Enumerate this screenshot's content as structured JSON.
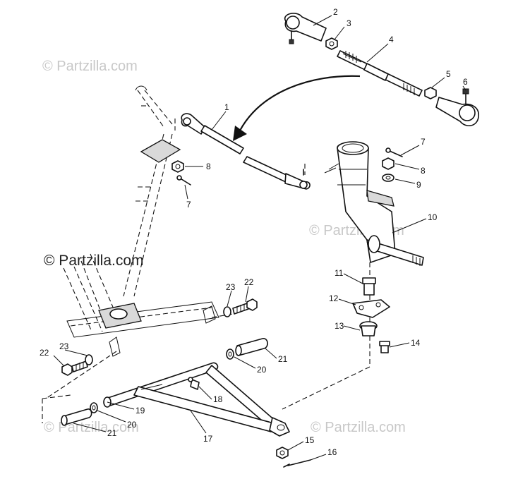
{
  "watermarks": {
    "top_left": "© Partzilla.com",
    "center_left": "© Partzilla.com",
    "bottom_left": "© Partzilla.com",
    "center_right": "© Partzilla.com",
    "bottom_right": "© Partzilla.com"
  },
  "callouts": {
    "c1": "1",
    "c2": "2",
    "c3": "3",
    "c4": "4",
    "c5": "5",
    "c6": "6",
    "c7a": "7",
    "c7b": "7",
    "c8a": "8",
    "c8b": "8",
    "c9": "9",
    "c10": "10",
    "c11": "11",
    "c12": "12",
    "c13": "13",
    "c14": "14",
    "c15": "15",
    "c16": "16",
    "c17": "17",
    "c18": "18",
    "c19": "19",
    "c20a": "20",
    "c20b": "20",
    "c21a": "21",
    "c21b": "21",
    "c22a": "22",
    "c22b": "22",
    "c23a": "23",
    "c23b": "23"
  }
}
